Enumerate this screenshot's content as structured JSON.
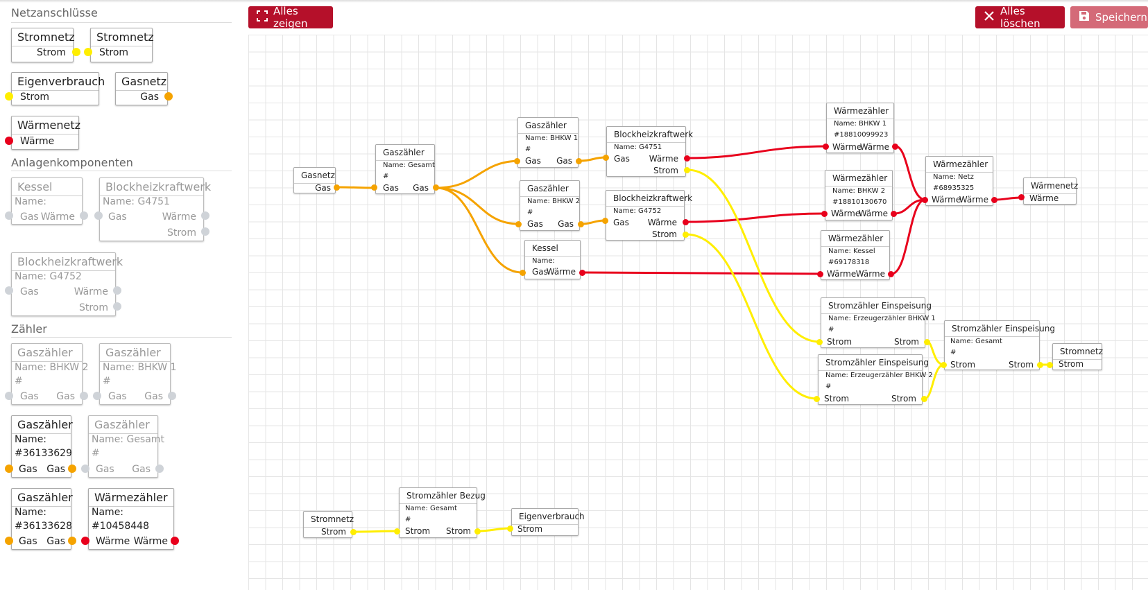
{
  "sidebar": {
    "sections": {
      "grid": "Netzanschlüsse",
      "components": "Anlagenkomponenten",
      "meters": "Zähler"
    },
    "grid_items": [
      {
        "title": "Stromnetz",
        "port": "Strom"
      },
      {
        "title": "Stromnetz",
        "port": "Strom"
      },
      {
        "title": "Eigenverbrauch",
        "port": "Strom"
      },
      {
        "title": "Gasnetz",
        "port": "Gas"
      },
      {
        "title": "Wärmenetz",
        "port": "Wärme"
      }
    ],
    "component_items": [
      {
        "title": "Kessel",
        "name": "Name:",
        "ports": [
          "Gas",
          "Wärme"
        ]
      },
      {
        "title": "Blockheizkraftwerk",
        "name": "Name: G4751",
        "ports": [
          "Gas",
          "Wärme",
          "Strom"
        ]
      },
      {
        "title": "Blockheizkraftwerk",
        "name": "Name: G4752",
        "ports": [
          "Gas",
          "Wärme",
          "Strom"
        ]
      }
    ],
    "meter_items": [
      {
        "title": "Gaszähler",
        "name": "Name: BHKW 2",
        "number": "#",
        "ports": [
          "Gas",
          "Gas"
        ]
      },
      {
        "title": "Gaszähler",
        "name": "Name: BHKW 1",
        "number": "#",
        "ports": [
          "Gas",
          "Gas"
        ]
      },
      {
        "title": "Gaszähler",
        "name": "Name:",
        "number": "#36133629",
        "ports": [
          "Gas",
          "Gas"
        ]
      },
      {
        "title": "Gaszähler",
        "name": "Name: Gesamt",
        "number": "#",
        "ports": [
          "Gas",
          "Gas"
        ]
      },
      {
        "title": "Gaszähler",
        "name": "Name:",
        "number": "#36133628",
        "ports": [
          "Gas",
          "Gas"
        ]
      },
      {
        "title": "Wärmezähler",
        "name": "Name:",
        "number": "#10458448",
        "ports": [
          "Wärme",
          "Wärme"
        ]
      }
    ]
  },
  "toolbar": {
    "show_all": "Alles zeigen",
    "delete_all": "Alles löschen",
    "save": "Speichern"
  },
  "colors": {
    "strom": "#ffee00",
    "gas": "#f5a300",
    "waerme": "#e8001c",
    "unconnected": "#cfd3d8",
    "primary_button": "#b5102a",
    "disabled_button": "#d46a78"
  },
  "canvas": {
    "nodes": {
      "gasnetz": {
        "title": "Gasnetz",
        "out": "Gas"
      },
      "gz_gesamt": {
        "title": "Gaszähler",
        "name": "Name: Gesamt",
        "number": "#",
        "in": "Gas",
        "out": "Gas"
      },
      "gz_bhkw1": {
        "title": "Gaszähler",
        "name": "Name: BHKW 1",
        "number": "#",
        "in": "Gas",
        "out": "Gas"
      },
      "gz_bhkw2": {
        "title": "Gaszähler",
        "name": "Name: BHKW 2",
        "number": "#",
        "in": "Gas",
        "out": "Gas"
      },
      "kessel": {
        "title": "Kessel",
        "name": "Name:",
        "in": "Gas",
        "out": "Wärme"
      },
      "bhkw1": {
        "title": "Blockheizkraftwerk",
        "name": "Name: G4751",
        "in": "Gas",
        "out1": "Wärme",
        "out2": "Strom"
      },
      "bhkw2": {
        "title": "Blockheizkraftwerk",
        "name": "Name: G4752",
        "in": "Gas",
        "out1": "Wärme",
        "out2": "Strom"
      },
      "wz_bhkw1": {
        "title": "Wärmezähler",
        "name": "Name: BHKW 1",
        "number": "#18810099923",
        "in": "Wärme",
        "out": "Wärme"
      },
      "wz_bhkw2": {
        "title": "Wärmezähler",
        "name": "Name: BHKW 2",
        "number": "#18810130670",
        "in": "Wärme",
        "out": "Wärme"
      },
      "wz_kessel": {
        "title": "Wärmezähler",
        "name": "Name: Kessel",
        "number": "#69178318",
        "in": "Wärme",
        "out": "Wärme"
      },
      "wz_netz": {
        "title": "Wärmezähler",
        "name": "Name: Netz",
        "number": "#68935325",
        "in": "Wärme",
        "out": "Wärme"
      },
      "waermenetz": {
        "title": "Wärmenetz",
        "in": "Wärme"
      },
      "sz_e1": {
        "title": "Stromzähler Einspeisung",
        "name": "Name: Erzeugerzähler BHKW 1",
        "number": "#",
        "in": "Strom",
        "out": "Strom"
      },
      "sz_e2": {
        "title": "Stromzähler Einspeisung",
        "name": "Name: Erzeugerzähler BHKW 2",
        "number": "#",
        "in": "Strom",
        "out": "Strom"
      },
      "sz_eg": {
        "title": "Stromzähler Einspeisung",
        "name": "Name: Gesamt",
        "number": "#",
        "in": "Strom",
        "out": "Strom"
      },
      "stromnetz_out": {
        "title": "Stromnetz",
        "in": "Strom"
      },
      "stromnetz_in": {
        "title": "Stromnetz",
        "out": "Strom"
      },
      "sz_bezug": {
        "title": "Stromzähler Bezug",
        "name": "Name: Gesamt",
        "number": "#",
        "in": "Strom",
        "out": "Strom"
      },
      "eigenverbrauch": {
        "title": "Eigenverbrauch",
        "in": "Strom"
      }
    }
  }
}
